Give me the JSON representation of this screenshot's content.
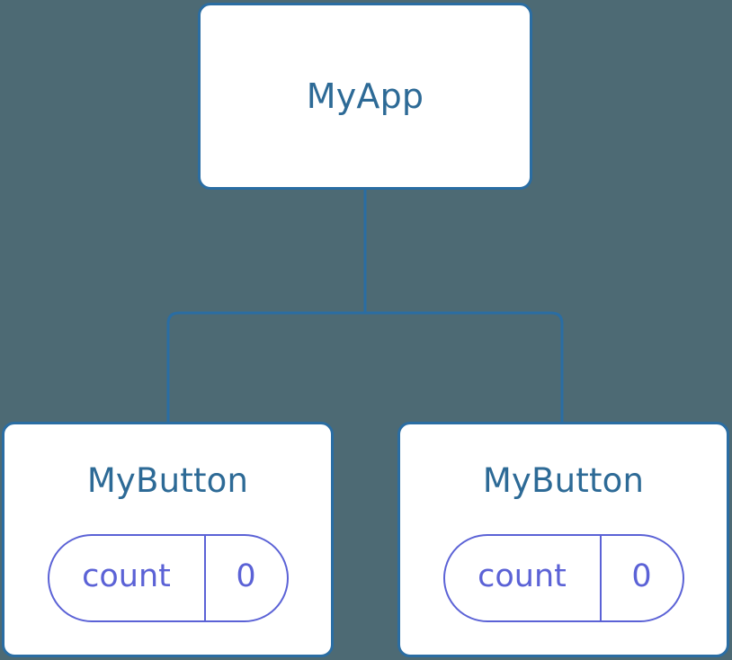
{
  "diagram": {
    "kind": "component-tree",
    "background_color": "#4d6a74",
    "node_border_color": "#2a6da3",
    "node_fill_color": "#ffffff",
    "node_title_color": "#2d6a96",
    "edge_color": "#2a6da3",
    "state_color": "#5b62d6"
  },
  "root": {
    "title": "MyApp"
  },
  "children": [
    {
      "title": "MyButton",
      "state": {
        "key": "count",
        "value": "0"
      }
    },
    {
      "title": "MyButton",
      "state": {
        "key": "count",
        "value": "0"
      }
    }
  ]
}
